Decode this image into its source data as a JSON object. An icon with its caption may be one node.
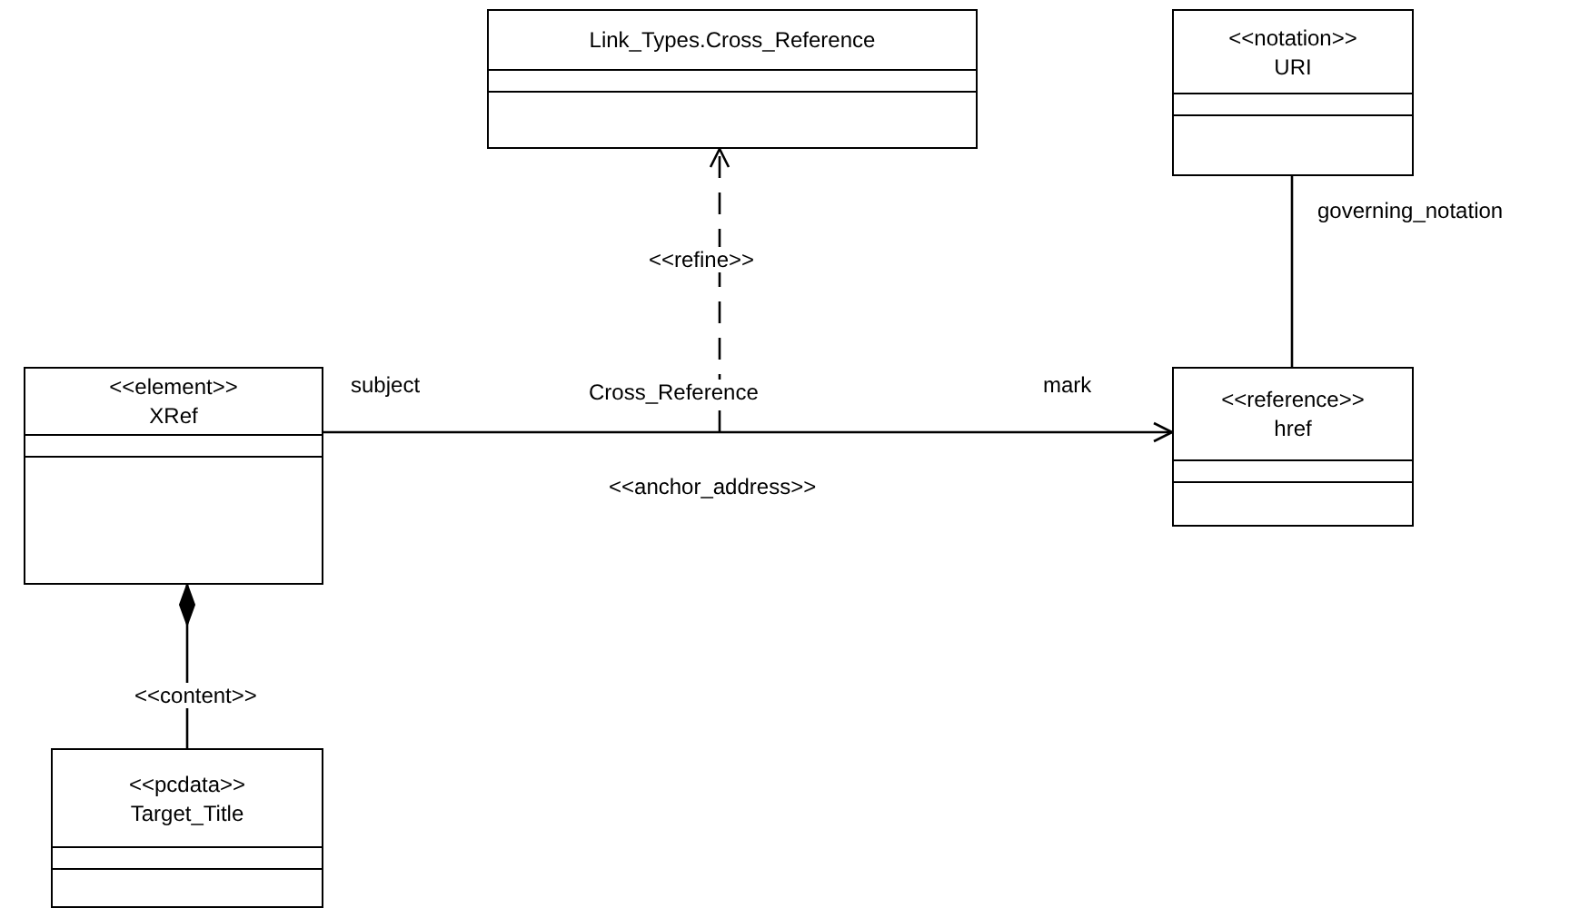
{
  "diagram": {
    "nodes": [
      {
        "text": [
          "Link_Types.Cross_Reference"
        ]
      },
      {
        "text": [
          "<<notation>>",
          "URI"
        ]
      },
      {
        "text": [
          "<<element>>",
          "XRef"
        ]
      },
      {
        "text": [
          "<<reference>>",
          "href"
        ]
      },
      {
        "text": [
          "<<pcdata>>",
          "Target_Title"
        ]
      }
    ],
    "edges": [
      {
        "from": 2,
        "to": 3,
        "arrow": "to",
        "label": "Cross_Reference"
      },
      {
        "from": null,
        "to": 0,
        "arrow": "to",
        "style": "dashed",
        "label": "<<refine>>"
      },
      {
        "from": 1,
        "to": 3,
        "arrow": "none",
        "label": "governing_notation"
      },
      {
        "from": 2,
        "to": 4,
        "arrow": "other",
        "label": "<<content>>"
      }
    ],
    "labels": [
      "subject",
      "mark",
      "<<anchor_address>>"
    ]
  }
}
